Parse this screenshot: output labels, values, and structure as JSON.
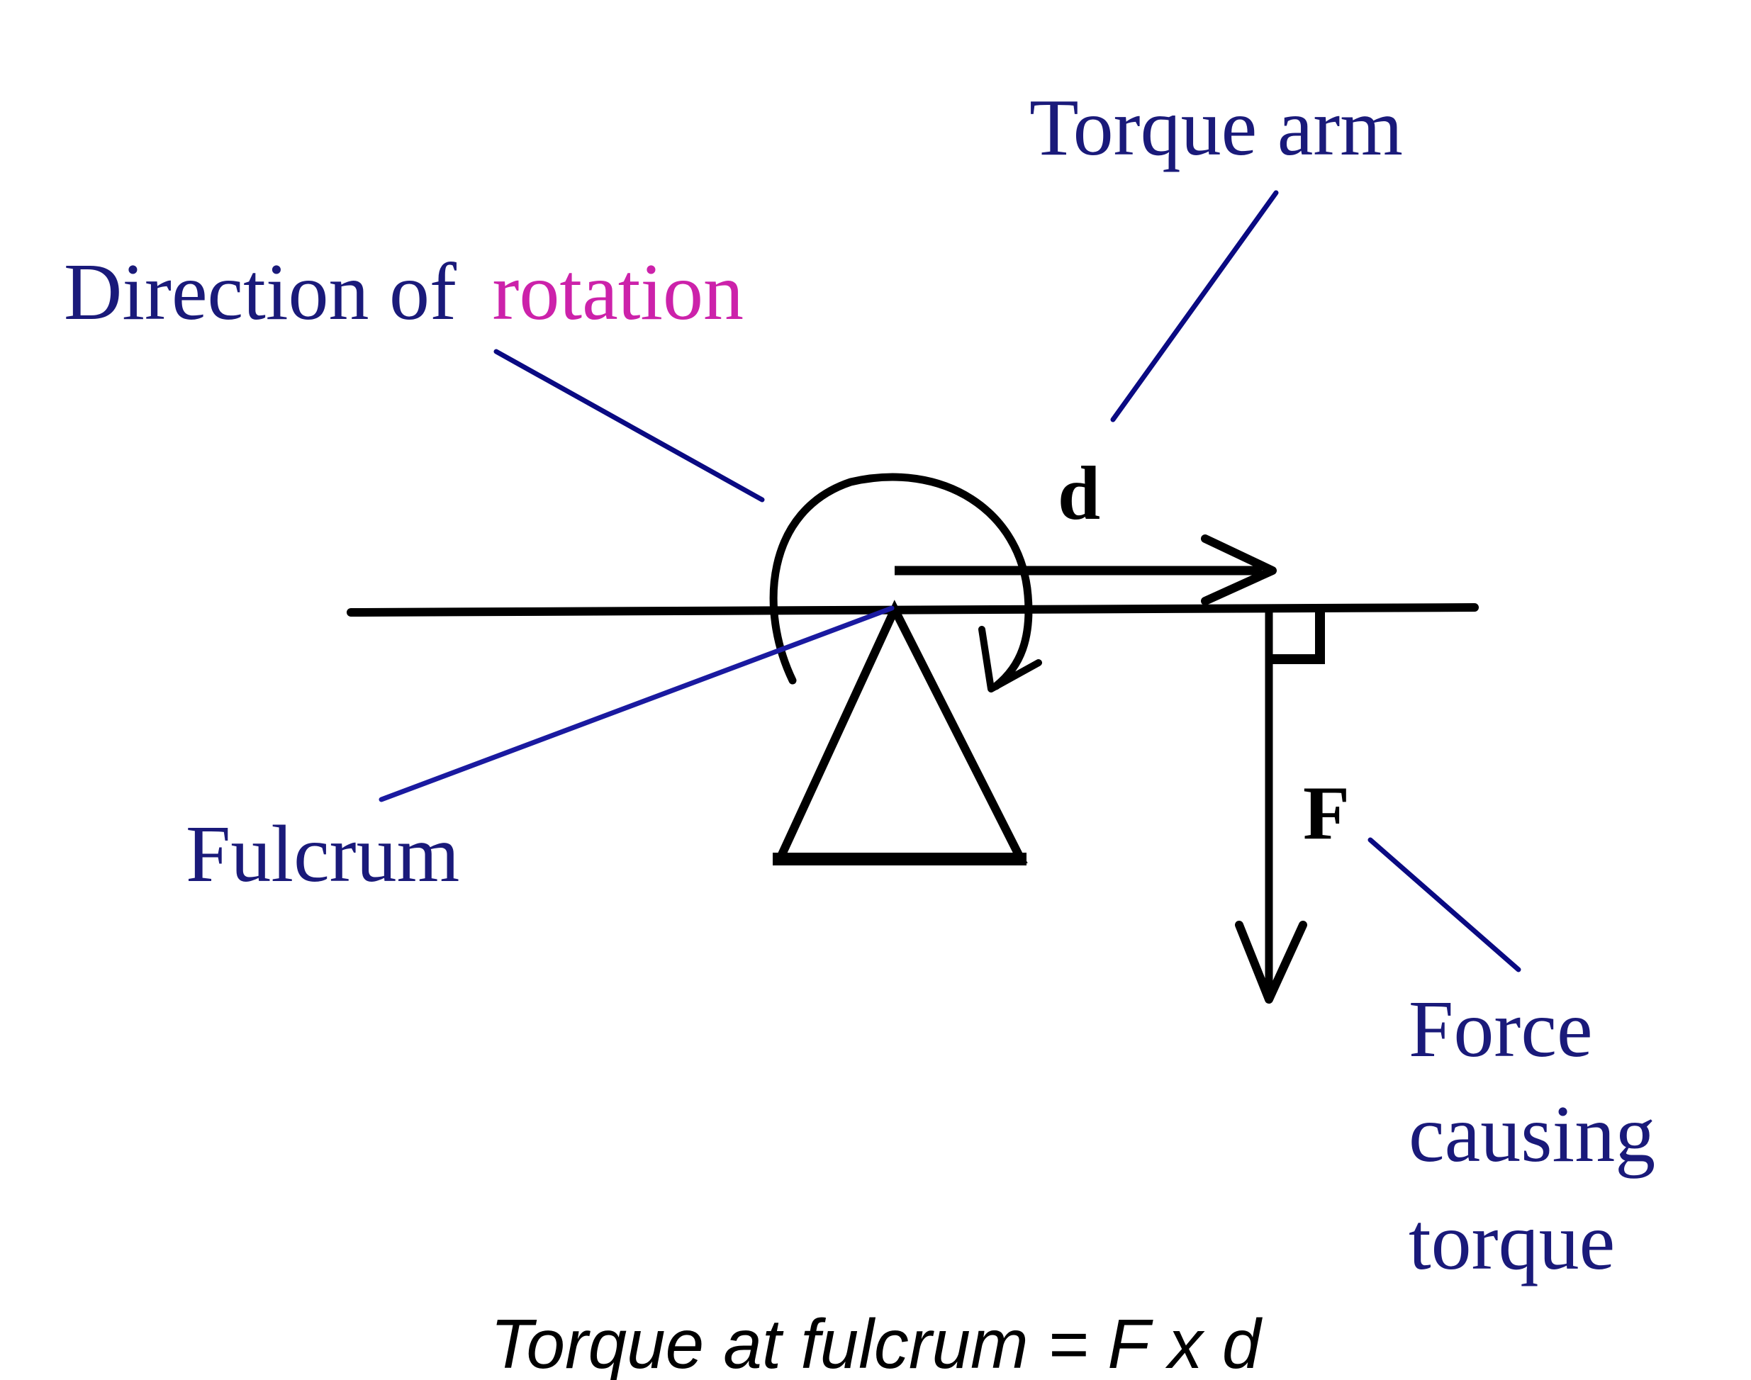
{
  "labels": {
    "torque_arm": "Torque arm",
    "direction_part1": "Direction of",
    "direction_part2": "rotation",
    "distance_var": "d",
    "force_var": "F",
    "fulcrum": "Fulcrum",
    "force_line1": "Force",
    "force_line2": "causing",
    "force_line3": "torque"
  },
  "caption": "Torque at fulcrum = F x d",
  "colors": {
    "label_text": "#1a1a7a",
    "leader_line": "#0a0a82",
    "fulcrum_leader": "#1a1aa0",
    "accent_rotation": "#cc22aa",
    "drawing": "#000000",
    "background": "#ffffff"
  }
}
